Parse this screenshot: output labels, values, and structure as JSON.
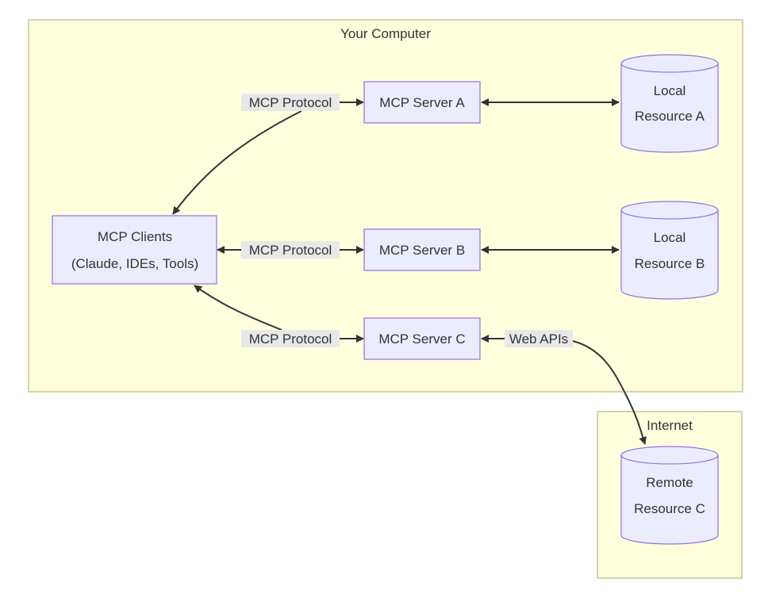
{
  "clusters": {
    "computer": {
      "title": "Your Computer"
    },
    "internet": {
      "title": "Internet"
    }
  },
  "nodes": {
    "client": {
      "line1": "MCP Clients",
      "line2": "(Claude, IDEs, Tools)"
    },
    "server_a": {
      "label": "MCP Server A"
    },
    "server_b": {
      "label": "MCP Server B"
    },
    "server_c": {
      "label": "MCP Server C"
    },
    "resource_a": {
      "line1": "Local",
      "line2": "Resource A"
    },
    "resource_b": {
      "line1": "Local",
      "line2": "Resource B"
    },
    "resource_c": {
      "line1": "Remote",
      "line2": "Resource C"
    }
  },
  "edges": {
    "client_server_a": {
      "label": "MCP Protocol"
    },
    "client_server_b": {
      "label": "MCP Protocol"
    },
    "client_server_c": {
      "label": "MCP Protocol"
    },
    "server_c_resource_c": {
      "label": "Web APIs"
    }
  },
  "colors": {
    "cluster_fill": "#ffffde",
    "cluster_stroke": "#c9c68f",
    "node_fill": "#ececff",
    "node_stroke": "#9370db",
    "edge": "#333333",
    "edge_label_bg": "#e8e8e8"
  }
}
